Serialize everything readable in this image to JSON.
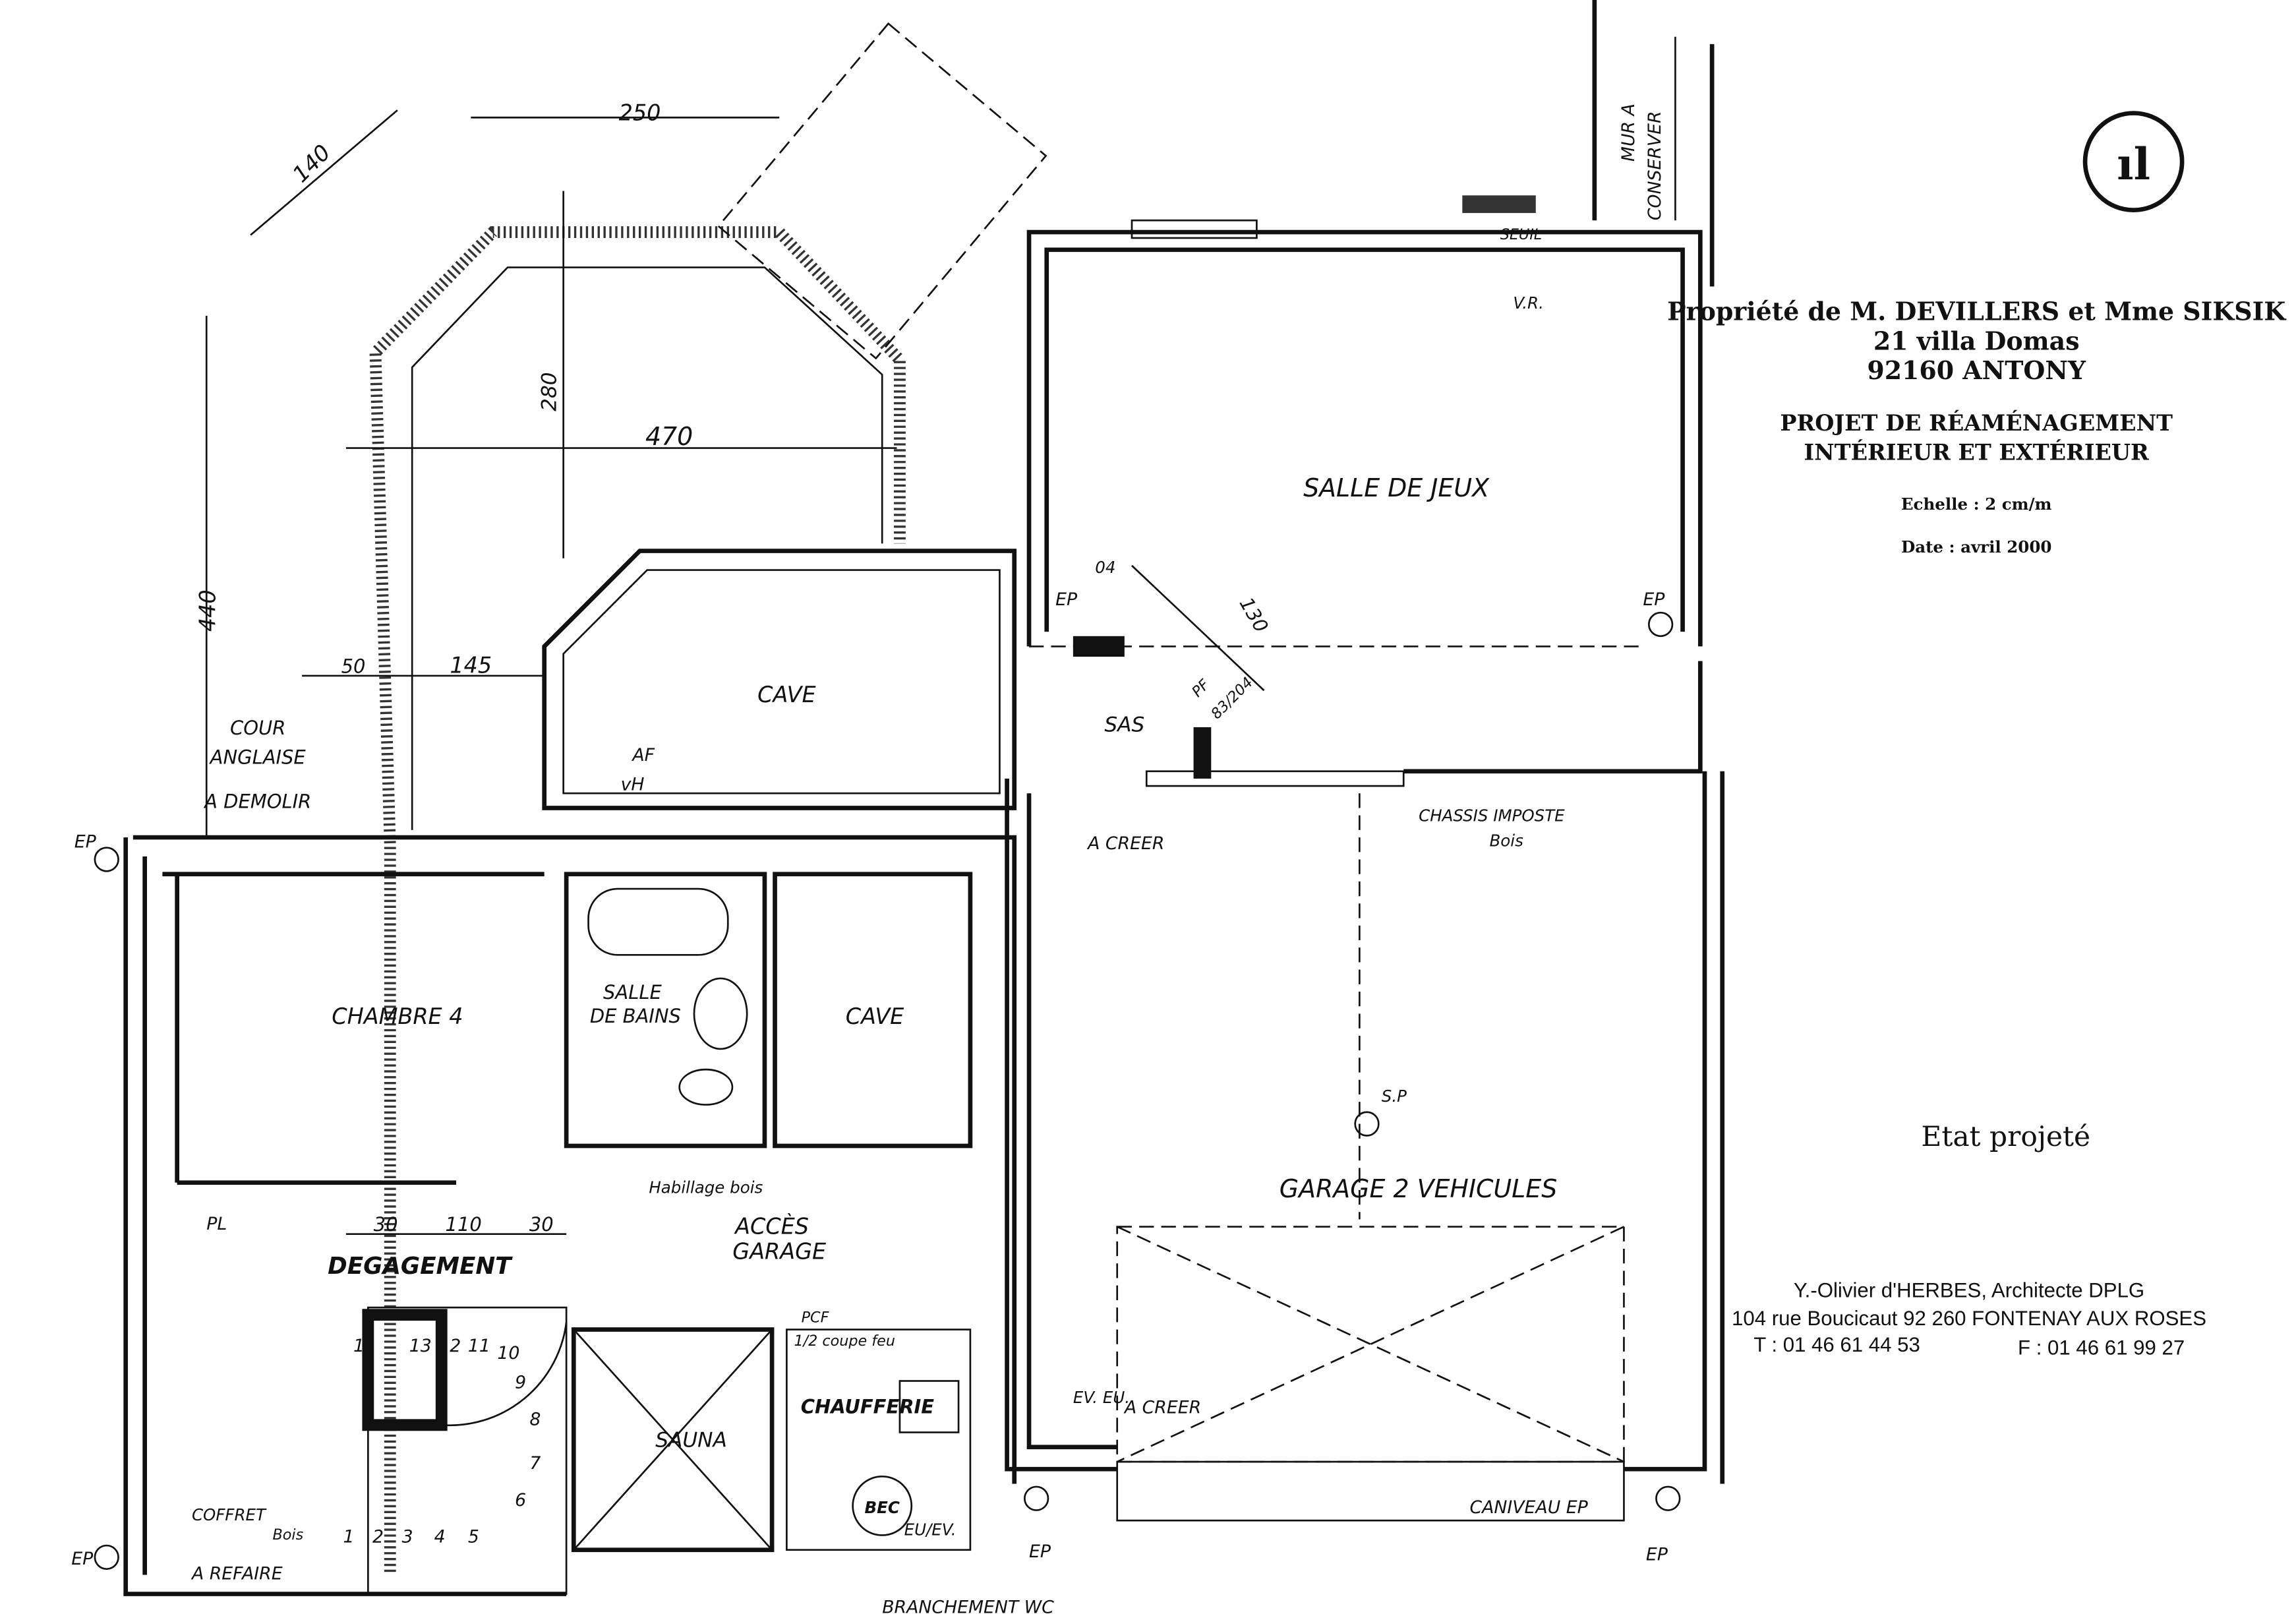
{
  "title_block": {
    "owner": "Propriété de M. DEVILLERS et Mme SIKSIK",
    "address": "21 villa Domas",
    "city": "92160 ANTONY",
    "project_line1": "PROJET DE RÉAMÉNAGEMENT",
    "project_line2": "INTÉRIEUR ET EXTÉRIEUR",
    "scale": "Echelle : 2 cm/m",
    "date": "Date : avril 2000",
    "state": "Etat projeté"
  },
  "architect": {
    "name": "Y.-Olivier d'HERBES,  Architecte DPLG",
    "address": "104 rue Boucicaut   92 260 FONTENAY AUX ROSES",
    "phone": "T : 01 46 61 44 53",
    "fax": "F : 01 46 61 99 27"
  },
  "rooms": {
    "salle_de_jeux": "SALLE DE JEUX",
    "cave_top": "CAVE",
    "sas": "SAS",
    "chambre": "CHAMBRE 4",
    "salle_de_bains_1": "SALLE",
    "salle_de_bains_2": "DE BAINS",
    "cave_mid": "CAVE",
    "garage": "GARAGE 2 VEHICULES",
    "degagement": "DEGAGEMENT",
    "acces_1": "ACCÈS",
    "acces_2": "GARAGE",
    "sauna": "SAUNA",
    "chaufferie": "CHAUFFERIE",
    "cour_1": "COUR",
    "cour_2": "ANGLAISE",
    "cour_3": "A DEMOLIR"
  },
  "annotations": {
    "mur": "MUR A",
    "conserver": "CONSERVER",
    "seuil": "SEUIL",
    "vr": "V.R.",
    "ep": "EP",
    "a_creer": "A CREER",
    "chassis": "CHASSIS IMPOSTE",
    "bois": "Bois",
    "af": "AF",
    "vh": "vH",
    "habillage": "Habillage bois",
    "pl": "PL",
    "pcf": "PCF",
    "coupe_feu": "1/2 coupe feu",
    "ev_eu": "EV. EU.",
    "eu_ev": "EU/EV.",
    "coffret": "COFFRET",
    "coffret_bois": "Bois",
    "a_refaire": "A REFAIRE",
    "branchement": "BRANCHEMENT WC",
    "caniveau": "CANIVEAU EP",
    "sp": "S.P",
    "bec": "BEC",
    "pf": "PF"
  },
  "dimensions": {
    "d140": "140",
    "d250": "250",
    "d280": "280",
    "d470": "470",
    "d440": "440",
    "d50": "50",
    "d145": "145",
    "d130": "130",
    "d04": "04",
    "d30a": "30",
    "d110": "110",
    "d30b": "30",
    "d83": "83/204"
  },
  "stairs": [
    "1",
    "2",
    "3",
    "4",
    "5",
    "6",
    "7",
    "8",
    "9",
    "10",
    "11",
    "12",
    "13",
    "1"
  ]
}
